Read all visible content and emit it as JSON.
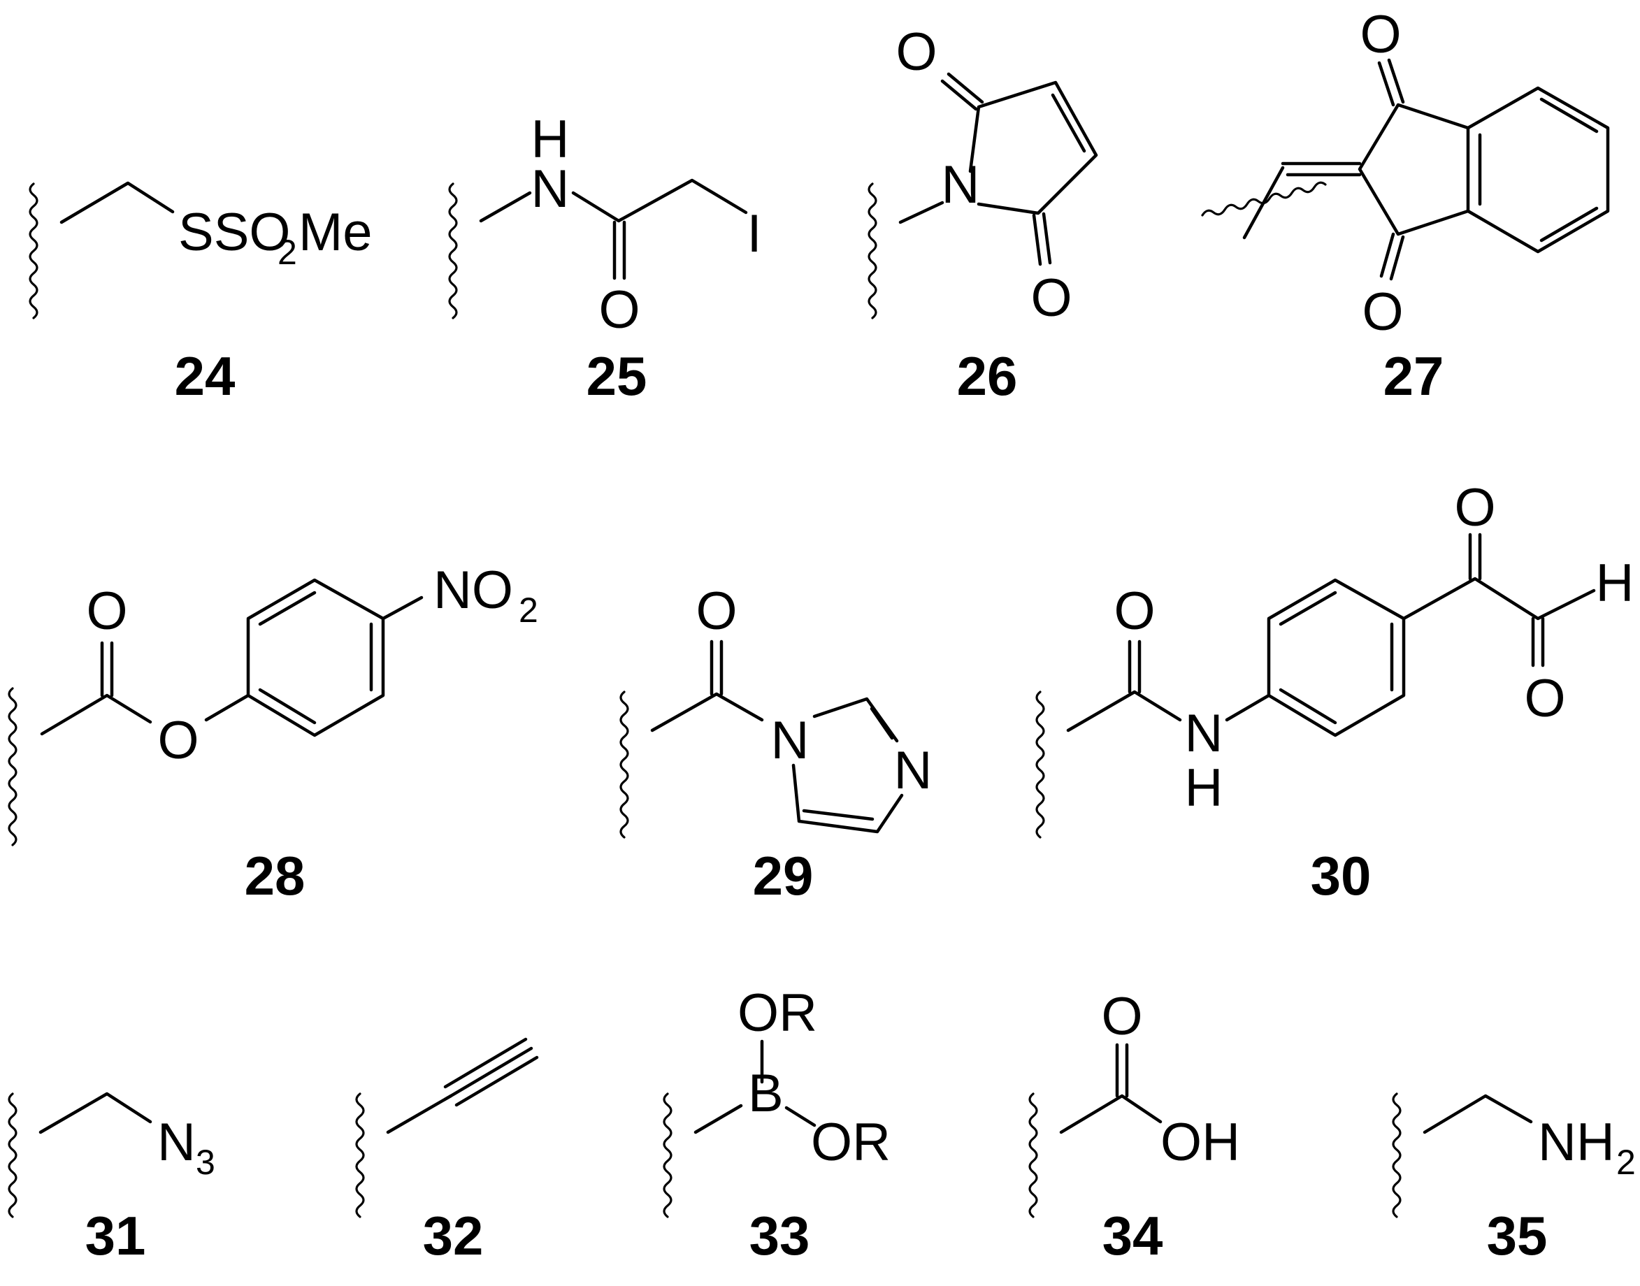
{
  "compounds": [
    {
      "number": "24",
      "groups": [
        "SSO",
        "2",
        "Me"
      ]
    },
    {
      "number": "25",
      "atoms": [
        "H",
        "N",
        "O",
        "I"
      ]
    },
    {
      "number": "26",
      "atoms": [
        "O",
        "N",
        "O"
      ]
    },
    {
      "number": "27",
      "atoms": [
        "O",
        "O"
      ]
    },
    {
      "number": "28",
      "atoms": [
        "O",
        "O",
        "NO",
        "2"
      ]
    },
    {
      "number": "29",
      "atoms": [
        "O",
        "N",
        "N"
      ]
    },
    {
      "number": "30",
      "atoms": [
        "O",
        "N",
        "H",
        "O",
        "O",
        "H"
      ]
    },
    {
      "number": "31",
      "atoms": [
        "N",
        "3"
      ]
    },
    {
      "number": "32"
    },
    {
      "number": "33",
      "atoms": [
        "OR",
        "B",
        "OR"
      ]
    },
    {
      "number": "34",
      "atoms": [
        "O",
        "OH"
      ]
    },
    {
      "number": "35",
      "atoms": [
        "NH",
        "2"
      ]
    }
  ]
}
